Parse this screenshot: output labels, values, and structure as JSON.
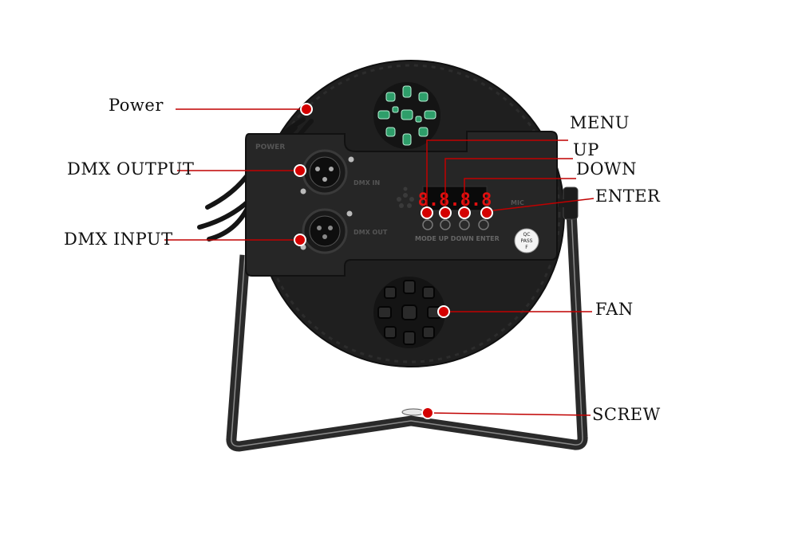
{
  "callouts": {
    "power": "Power",
    "dmx_output": "DMX OUTPUT",
    "dmx_input": "DMX INPUT",
    "menu": "MENU",
    "up": "UP",
    "down": "DOWN",
    "enter": "ENTER",
    "fan": "FAN",
    "screw": "SCREW"
  },
  "panel_text": {
    "power": "POWER",
    "dmx_in": "DMX IN",
    "dmx_out": "DMX OUT",
    "mic": "MIC",
    "display": "8.8.8.8",
    "button_labels": "MODE UP DOWN ENTER",
    "qc_line1": "QC",
    "qc_line2": "PASS",
    "qc_line3": "F"
  },
  "colors": {
    "marker": "#d40000",
    "body": "#1e1e1e",
    "panel": "#262626",
    "display": "#e01010",
    "led": "#2e9e6a"
  }
}
